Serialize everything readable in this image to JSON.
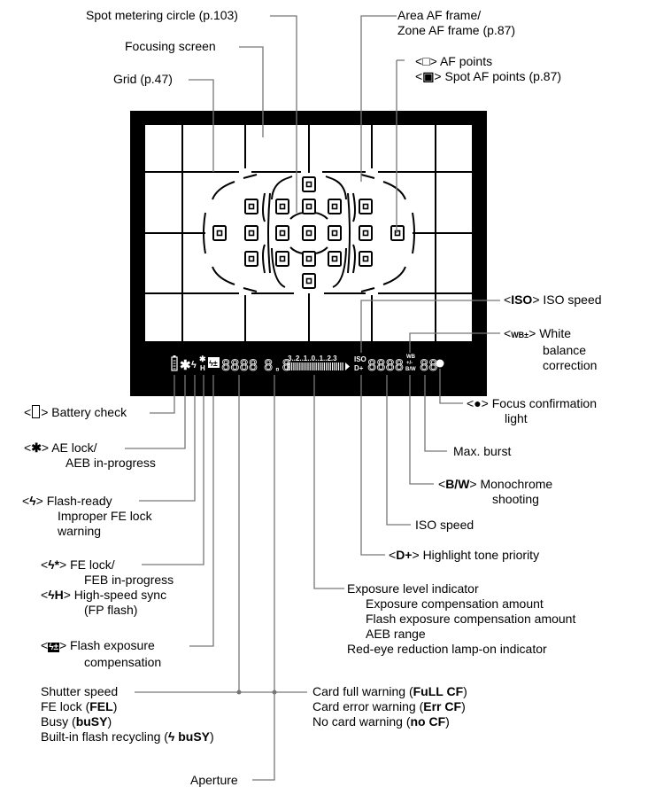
{
  "title": "Viewfinder information diagram",
  "top_labels": {
    "spot_metering": "Spot metering circle (p.103)",
    "focusing_screen": "Focusing screen",
    "grid": "Grid (p.47)",
    "area_af_line1": "Area AF frame/",
    "area_af_line2": "Zone AF frame (p.87)",
    "af_points_icon": "□",
    "af_points": "AF points",
    "spot_af_icon": "▣",
    "spot_af": "Spot AF points (p.87)"
  },
  "right_labels": {
    "iso_icon": "ISO",
    "iso": "ISO speed",
    "wb_icon": "WB±",
    "wb_line1": "White",
    "wb_line2": "balance",
    "wb_line3": "correction",
    "focus_icon": "●",
    "focus_line1": "Focus confirmation",
    "focus_line2": "light",
    "max_burst": "Max. burst",
    "bw_icon": "B/W",
    "bw_line1": "Monochrome",
    "bw_line2": "shooting",
    "iso_speed": "ISO speed",
    "d_plus_icon": "D+",
    "d_plus": "Highlight tone priority"
  },
  "left_labels": {
    "battery": "Battery check",
    "ae_icon": "✱",
    "ae_line1": "AE lock/",
    "ae_line2": "AEB in-progress",
    "flash_icon": "ϟ",
    "flash_line1": "Flash-ready",
    "flash_line2": "Improper FE lock",
    "flash_line3": "warning",
    "fe_icon": "ϟ*",
    "fe_line1": "FE lock/",
    "fe_line2": "FEB in-progress",
    "hs_icon": "ϟH",
    "hs_line1": "High-speed sync",
    "hs_line2": "(FP flash)",
    "fec_icon": "ϟ±",
    "fec_line1": "Flash exposure",
    "fec_line2": "compensation"
  },
  "exposure": {
    "line1": "Exposure level indicator",
    "line2": "Exposure compensation amount",
    "line3": "Flash exposure compensation amount",
    "line4": "AEB range",
    "line5": "Red-eye reduction lamp-on indicator"
  },
  "shutter": {
    "line1": "Shutter speed",
    "line2_pre": "FE lock (",
    "line2_bold": "FEL",
    "line2_post": ")",
    "line3_pre": "Busy (",
    "line3_bold": "buSY",
    "line3_post": ")",
    "line4_pre": "Built-in flash recycling (",
    "line4_bold": "ϟ buSY",
    "line4_post": ")"
  },
  "card": {
    "line1_pre": "Card full warning (",
    "line1_bold": "FuLL CF",
    "line1_post": ")",
    "line2_pre": "Card error warning (",
    "line2_bold": "Err CF",
    "line2_post": ")",
    "line3_pre": "No card warning (",
    "line3_bold": "no CF",
    "line3_post": ")"
  },
  "aperture": "Aperture",
  "lcd": {
    "shutter_digits": "8888",
    "aperture_digits": "8.8",
    "scale": "3..2..1..0..1..2.3",
    "iso_small": "ISO",
    "d_plus_small": "D+",
    "iso_digits": "8888",
    "wb_small": "WB",
    "pm_small": "+/-",
    "bw_small": "B/W",
    "burst_digits": "88"
  }
}
